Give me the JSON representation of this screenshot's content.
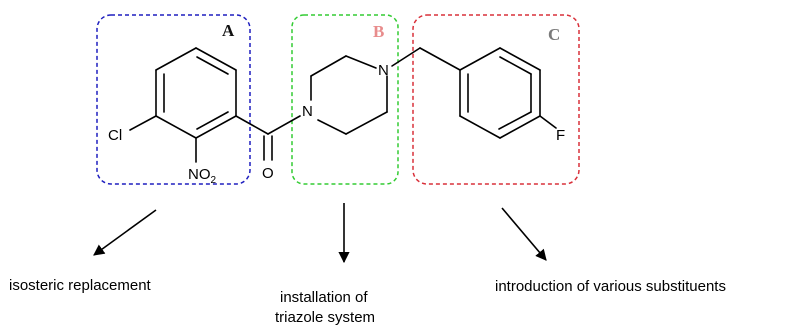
{
  "regions": {
    "a": {
      "letter": "A",
      "color": "#1f1fbf",
      "letter_color": "#111111"
    },
    "b": {
      "letter": "B",
      "color": "#33cc33",
      "letter_color": "#e88c8c"
    },
    "c": {
      "letter": "C",
      "color": "#d9303a",
      "letter_color": "#7a7a7a"
    }
  },
  "atoms": {
    "chlorine": "Cl",
    "nitro": "NO",
    "nitro_subscript": "2",
    "oxygen": "O",
    "nitrogen_left": "N",
    "nitrogen_right": "N",
    "fluorine": "F"
  },
  "captions": {
    "a": "isosteric replacement",
    "b_line1": "installation of",
    "b_line2": "triazole system",
    "c": "introduction of various substituents"
  }
}
